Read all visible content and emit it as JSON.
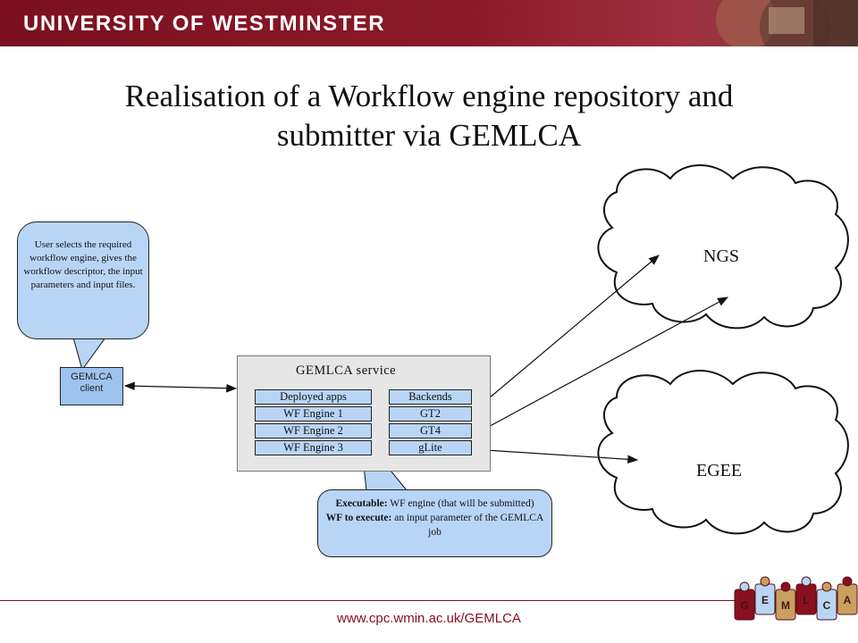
{
  "header": {
    "university": "UNIVERSITY OF WESTMINSTER"
  },
  "slide": {
    "title_line1": "Realisation of a Workflow engine repository and",
    "title_line2": "submitter via GEMLCA"
  },
  "callout_user": {
    "text": "User selects the required workflow engine, gives the workflow descriptor, the input parameters and input files."
  },
  "client": {
    "label": "GEMLCA client"
  },
  "service": {
    "label": "GEMLCA  service",
    "deployed_header": "Deployed apps",
    "apps": [
      "WF Engine 1",
      "WF Engine 2",
      "WF Engine 3"
    ],
    "backends_header": "Backends",
    "backends": [
      "GT2",
      "GT4",
      "gLite"
    ]
  },
  "clouds": {
    "ngs": "NGS",
    "egee": "EGEE"
  },
  "callout_exec": {
    "executable_label": "Executable:",
    "executable_text": " WF engine (that will  be submitted)",
    "wf_label": "WF to execute:",
    "wf_text": " an input parameter of the GEMLCA job"
  },
  "footer": {
    "url": "www.cpc.wmin.ac.uk/GEMLCA"
  },
  "logo": {
    "letters": [
      "G",
      "E",
      "M",
      "L",
      "C",
      "A"
    ],
    "colors": [
      "#8a1020",
      "#b9d5f6",
      "#c9a060"
    ]
  }
}
